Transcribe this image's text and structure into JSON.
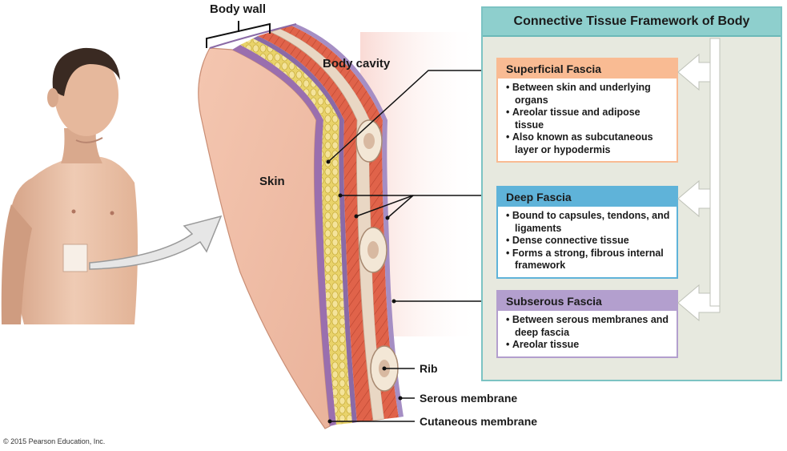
{
  "labels": {
    "body_wall": "Body wall",
    "body_cavity": "Body cavity",
    "skin": "Skin",
    "rib": "Rib",
    "serous_membrane": "Serous membrane",
    "cutaneous_membrane": "Cutaneous membrane"
  },
  "framework": {
    "title": "Connective Tissue Framework of Body",
    "boxes": [
      {
        "title": "Superficial Fascia",
        "color": "#f9bb93",
        "items": [
          "Between skin and underlying organs",
          "Areolar tissue and adipose tissue",
          "Also known as subcutaneous layer or hypodermis"
        ]
      },
      {
        "title": "Deep Fascia",
        "color": "#5fb3d9",
        "items": [
          "Bound to capsules, tendons, and ligaments",
          "Dense connective tissue",
          "Forms a strong, fibrous internal framework"
        ]
      },
      {
        "title": "Subserous Fascia",
        "color": "#b39fce",
        "items": [
          "Between serous membranes and deep fascia",
          "Areolar tissue"
        ]
      }
    ]
  },
  "copyright": "© 2015 Pearson Education, Inc."
}
